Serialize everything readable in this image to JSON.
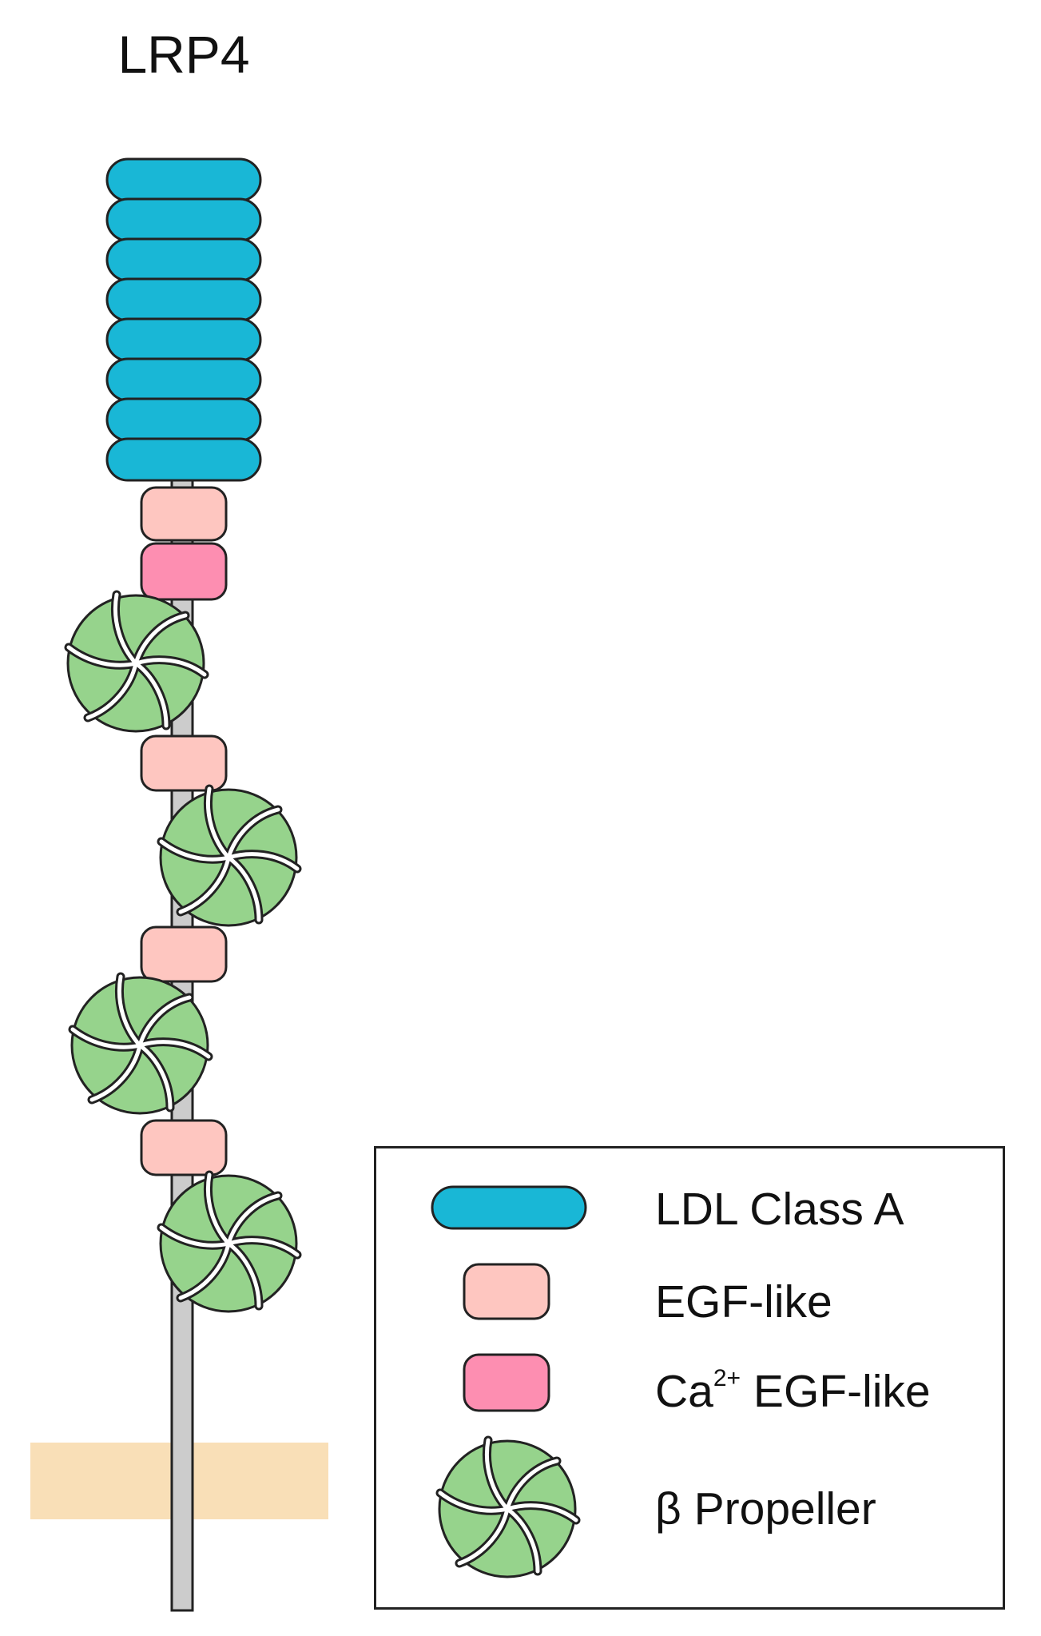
{
  "title": "LRP4",
  "colors": {
    "ldl": "#19b7d6",
    "egf": "#fec6c0",
    "ca_egf": "#fd8eb1",
    "propeller": "#96d38c",
    "membrane": "#f9dfb7",
    "stalk": "#cccccc",
    "outline": "#222222"
  },
  "legend": {
    "ldl": "LDL Class A",
    "egf": "EGF-like",
    "ca_prefix": "Ca",
    "ca_sup": "2+",
    "ca_suffix": " EGF-like",
    "propeller": "β Propeller"
  }
}
